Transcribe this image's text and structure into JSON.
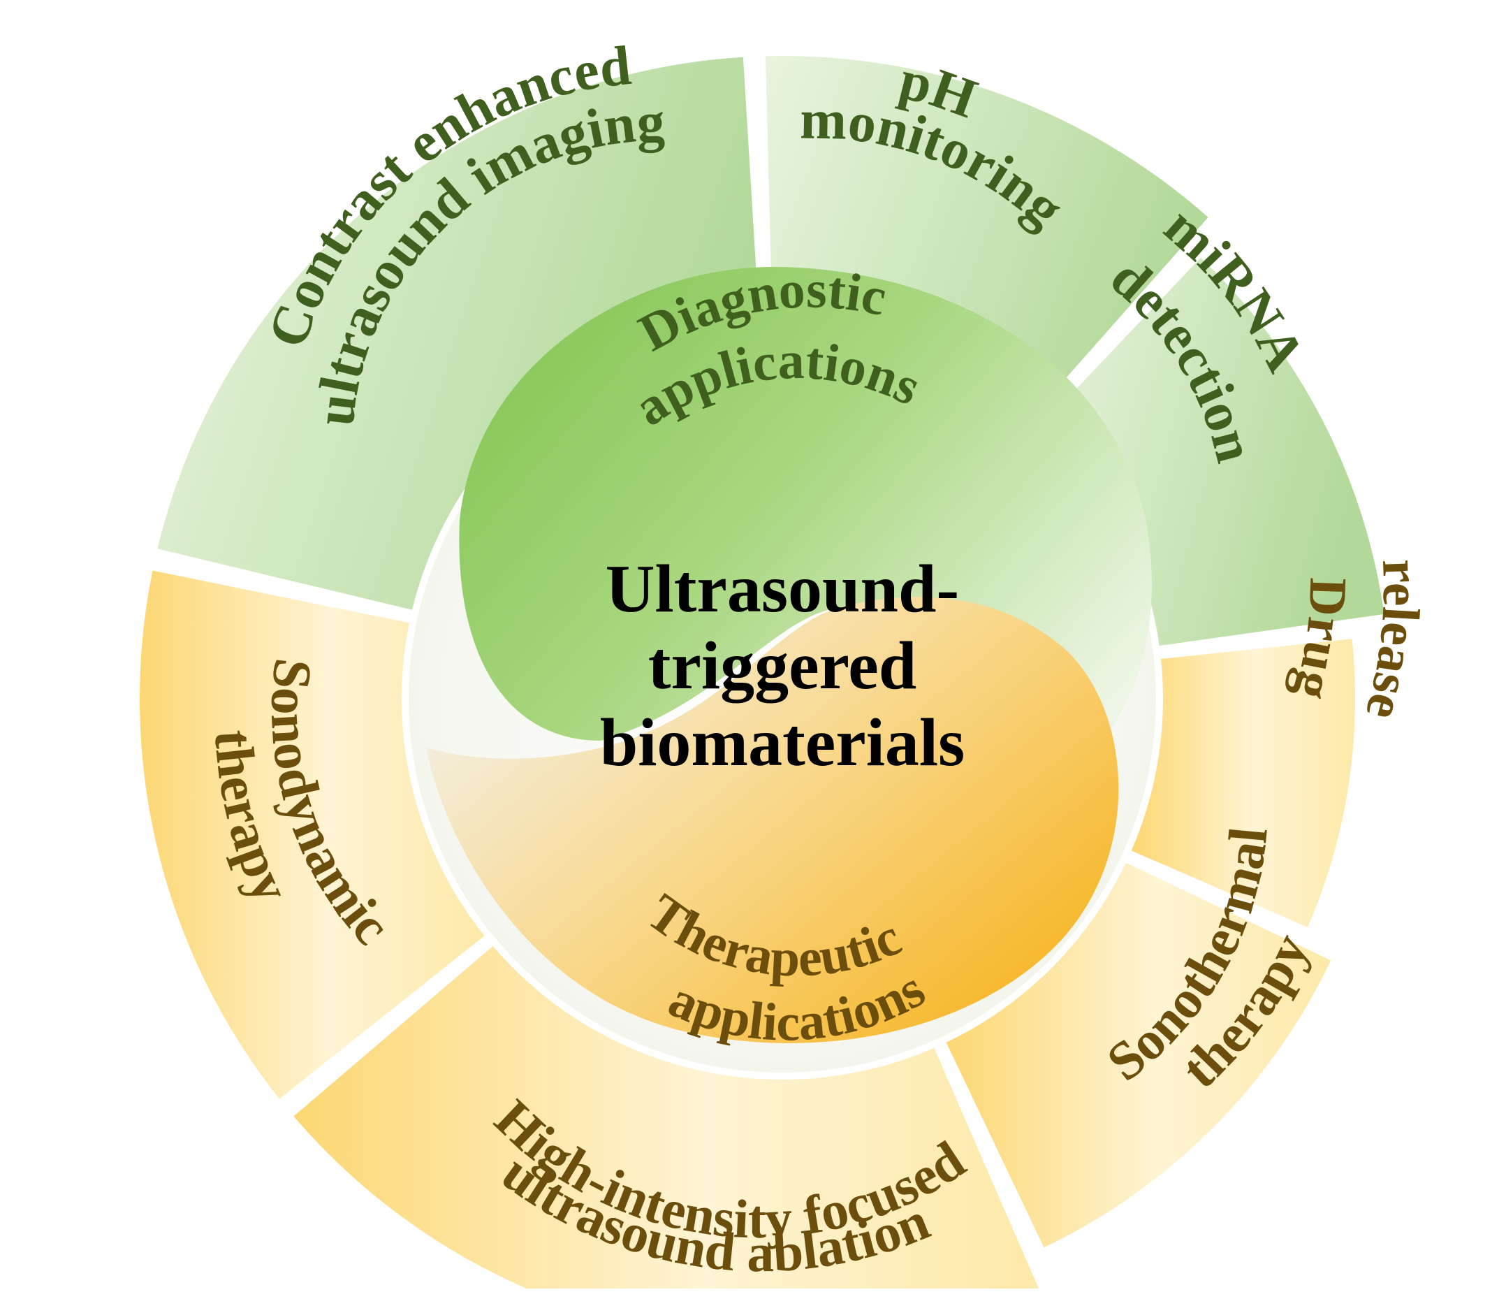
{
  "center": {
    "lines": [
      "Ultrasound-",
      "triggered",
      "biomaterials"
    ]
  },
  "groups": {
    "diagnostic": {
      "lines": [
        "Diagnostic",
        "applications"
      ],
      "color": "#86c656",
      "text_color": "#3f5f1e"
    },
    "therapeutic": {
      "lines": [
        "Therapeutic",
        "applications"
      ],
      "color": "#f6b21c",
      "text_color": "#6b4e0b"
    }
  },
  "segments": {
    "contrast_imaging": {
      "lines": [
        "Contrast enhanced",
        "ultrasound imaging"
      ],
      "group": "diagnostic"
    },
    "ph_monitoring": {
      "lines": [
        "pH",
        "monitoring"
      ],
      "group": "diagnostic"
    },
    "mirna_detection": {
      "lines": [
        "miRNA",
        "detection"
      ],
      "group": "diagnostic"
    },
    "drug_release": {
      "lines": [
        "Drug",
        "release"
      ],
      "group": "therapeutic"
    },
    "sonothermal": {
      "lines": [
        "Sonothermal",
        "therapy"
      ],
      "group": "therapeutic"
    },
    "hifu_ablation": {
      "lines": [
        "High-intensity focused",
        "ultrasound ablation"
      ],
      "group": "therapeutic"
    },
    "sonodynamic": {
      "lines": [
        "Sonodynamic",
        "therapy"
      ],
      "group": "therapeutic"
    }
  }
}
